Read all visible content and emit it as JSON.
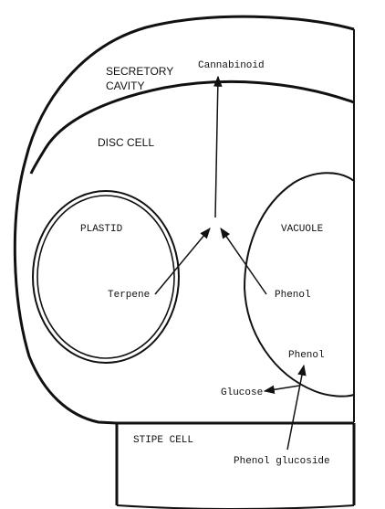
{
  "labels": {
    "secretory_cavity_1": "SECRETORY",
    "secretory_cavity_2": "CAVITY",
    "disc_cell": "DISC CELL",
    "plastid": "PLASTID",
    "vacuole": "VACUOLE",
    "stipe_cell": "STIPE CELL"
  },
  "compounds": {
    "cannabinoid": "Cannabinoid",
    "terpene": "Terpene",
    "phenol_cytoplasm": "Phenol",
    "phenol_vacuole": "Phenol",
    "glucose": "Glucose",
    "phenol_glucoside": "Phenol glucoside"
  }
}
